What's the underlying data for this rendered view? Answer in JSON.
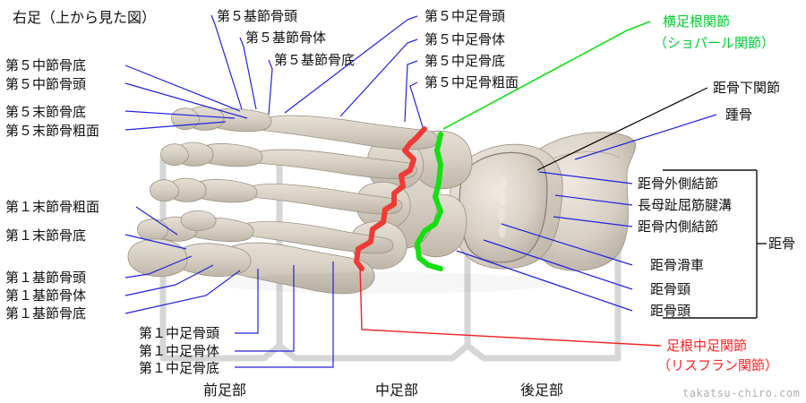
{
  "title": "右足（上から見た図）",
  "watermark": "takatsu-chiro.com",
  "colors": {
    "leader_blue": "#2222dd",
    "leader_black": "#000000",
    "chopart_green": "#00e000",
    "lisfranc_red": "#ee2222",
    "bracket_gray": "#d6d6d6",
    "bone": "#d6cec2"
  },
  "labels_left": [
    {
      "id": "fifth-middle-phalanx-base",
      "text": "第５中節骨底"
    },
    {
      "id": "fifth-middle-phalanx-head",
      "text": "第５中節骨頭"
    },
    {
      "id": "fifth-distal-phalanx-base",
      "text": "第５末節骨底"
    },
    {
      "id": "fifth-distal-phalanx-tuberosity",
      "text": "第５末節骨粗面"
    },
    {
      "id": "first-distal-phalanx-tuberosity",
      "text": "第１末節骨粗面"
    },
    {
      "id": "first-distal-phalanx-base",
      "text": "第１末節骨底"
    },
    {
      "id": "first-proximal-phalanx-head",
      "text": "第１基節骨頭"
    },
    {
      "id": "first-proximal-phalanx-body",
      "text": "第１基節骨体"
    },
    {
      "id": "first-proximal-phalanx-base",
      "text": "第１基節骨底"
    },
    {
      "id": "first-metatarsal-head",
      "text": "第１中足骨頭"
    },
    {
      "id": "first-metatarsal-body",
      "text": "第１中足骨体"
    },
    {
      "id": "first-metatarsal-base",
      "text": "第１中足骨底"
    }
  ],
  "labels_top": [
    {
      "id": "fifth-proximal-phalanx-head",
      "text": "第５基節骨頭"
    },
    {
      "id": "fifth-proximal-phalanx-body",
      "text": "第５基節骨体"
    },
    {
      "id": "fifth-proximal-phalanx-base",
      "text": "第５基節骨底"
    },
    {
      "id": "fifth-metatarsal-head",
      "text": "第５中足骨頭"
    },
    {
      "id": "fifth-metatarsal-body",
      "text": "第５中足骨体"
    },
    {
      "id": "fifth-metatarsal-base",
      "text": "第５中足骨底"
    },
    {
      "id": "fifth-metatarsal-tuberosity",
      "text": "第５中足骨粗面"
    }
  ],
  "labels_right": [
    {
      "id": "subtalar-joint",
      "text": "距骨下関節"
    },
    {
      "id": "calcaneus",
      "text": "踵骨"
    },
    {
      "id": "talus-lateral-tubercle",
      "text": "距骨外側結節"
    },
    {
      "id": "flexor-hallucis-longus-groove",
      "text": "長母趾屈筋腱溝"
    },
    {
      "id": "talus-medial-tubercle",
      "text": "距骨内側結節"
    },
    {
      "id": "talar-trochlea",
      "text": "距骨滑車"
    },
    {
      "id": "talar-neck",
      "text": "距骨頸"
    },
    {
      "id": "talar-head",
      "text": "距骨頭"
    }
  ],
  "bracket_label": {
    "id": "talus-bracket",
    "text": "距骨"
  },
  "joint_callouts": {
    "chopart": {
      "line1": "横足根関節",
      "line2": "（ショパール関節）"
    },
    "lisfranc": {
      "line1": "足根中足関節",
      "line2": "（リスフラン関節）"
    }
  },
  "regions": [
    {
      "id": "forefoot",
      "text": "前足部"
    },
    {
      "id": "midfoot",
      "text": "中足部"
    },
    {
      "id": "hindfoot",
      "text": "後足部"
    }
  ]
}
